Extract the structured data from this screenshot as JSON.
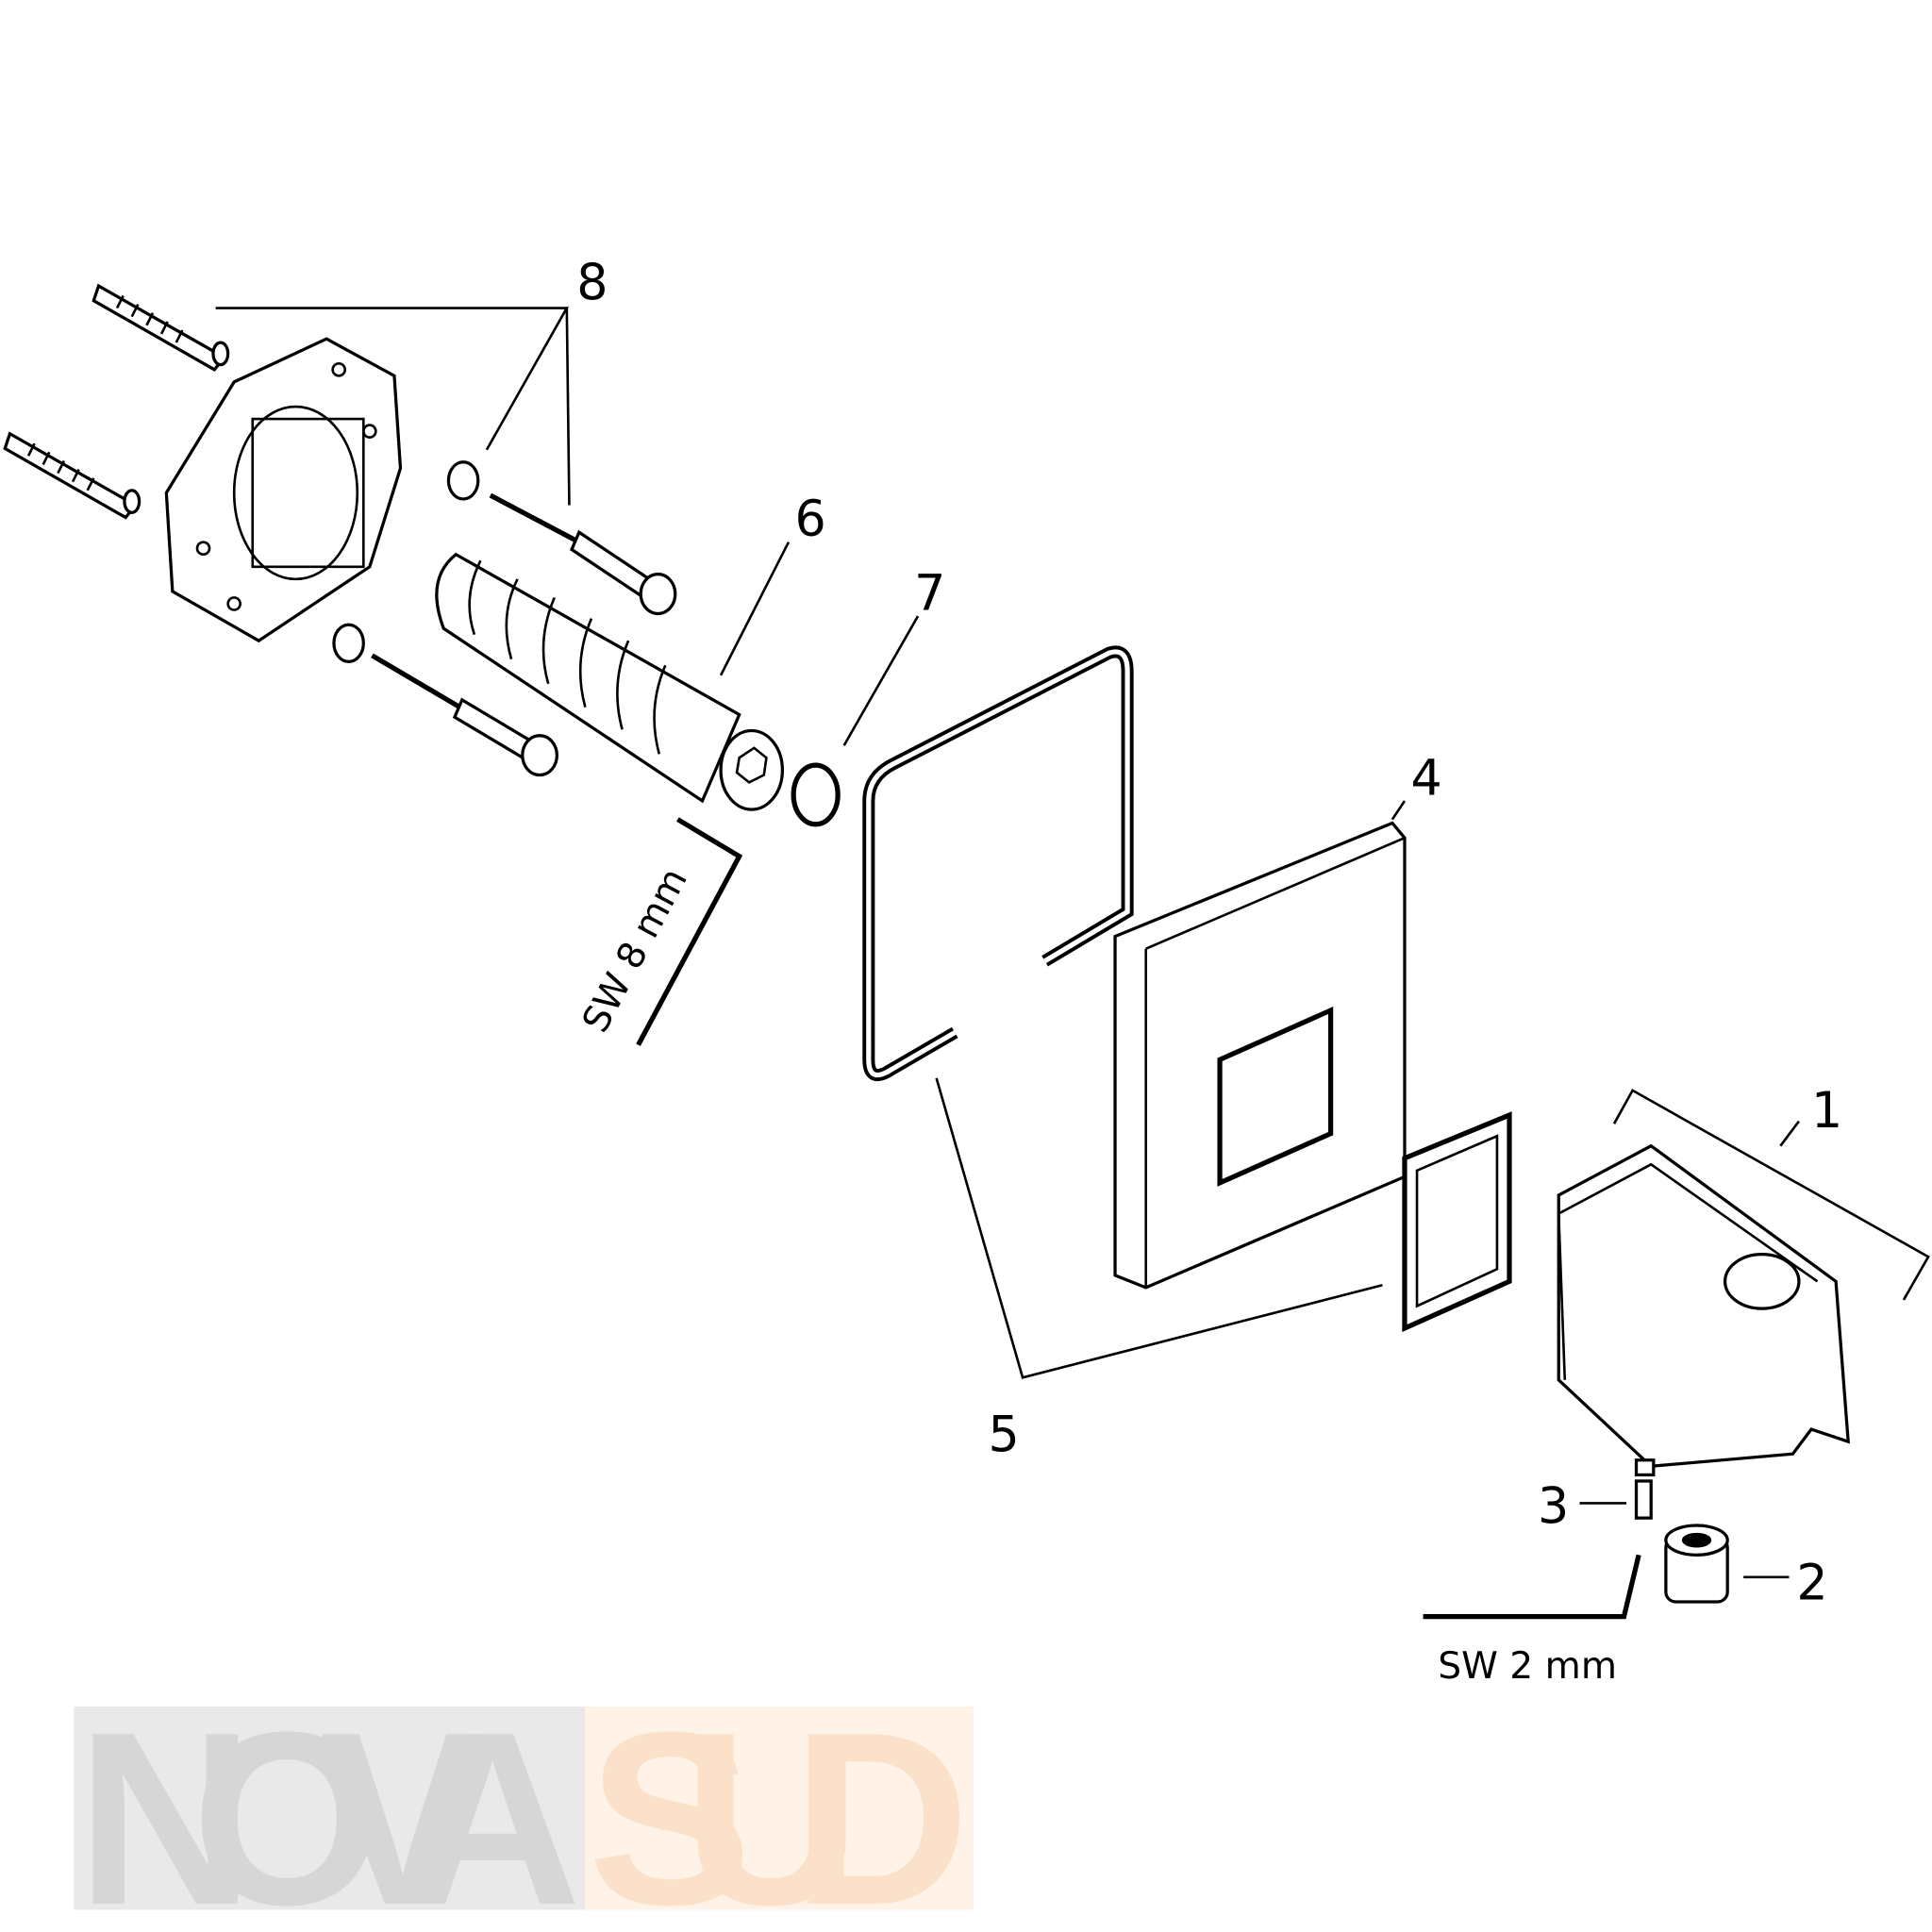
{
  "watermark": {
    "part1": "NOVA",
    "part2": "SUD",
    "color1": "#d9d9d9",
    "color2": "#fde4cc"
  },
  "callouts": {
    "c1": "1",
    "c2": "2",
    "c3": "3",
    "c4": "4",
    "c5": "5",
    "c6": "6",
    "c7": "7",
    "c8": "8"
  },
  "tools": {
    "large_key": "SW 8 mm",
    "small_key": "SW 2 mm"
  }
}
